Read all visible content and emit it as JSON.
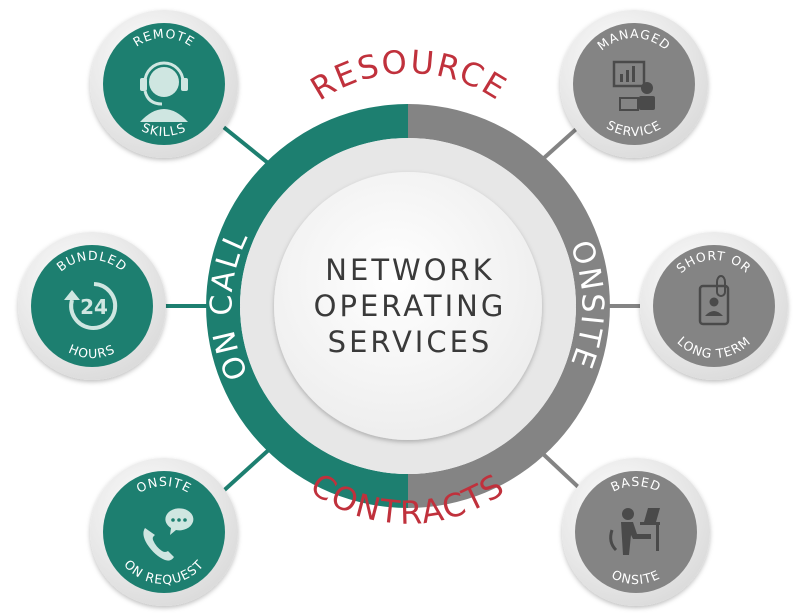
{
  "center": {
    "lines": [
      "NETWORK",
      "OPERATING",
      "SERVICES"
    ]
  },
  "arc_labels": {
    "top": "RESOURCE",
    "bottom": "CONTRACTS",
    "left": "ON CALL",
    "right": "ONSITE"
  },
  "nodes": [
    {
      "id": "remote-skills",
      "top": "REMOTE",
      "bottom": "SKILLS",
      "icon": "headset-icon"
    },
    {
      "id": "bundled-hours",
      "top": "BUNDLED",
      "bottom": "HOURS",
      "icon": "24-hours-icon",
      "icon_text": "24"
    },
    {
      "id": "onsite-on-request",
      "top": "ONSITE",
      "bottom": "ON REQUEST",
      "icon": "phone-chat-icon"
    },
    {
      "id": "managed-service",
      "top": "MANAGED",
      "bottom": "SERVICE",
      "icon": "presenter-icon"
    },
    {
      "id": "short-or-long-term",
      "top": "SHORT OR",
      "bottom": "LONG TERM",
      "icon": "id-badge-icon"
    },
    {
      "id": "based-onsite",
      "top": "BASED",
      "bottom": "ONSITE",
      "icon": "desk-worker-icon"
    }
  ],
  "colors": {
    "teal": "#1d7f70",
    "gray": "#848484",
    "red": "#c0313c",
    "ring_light": "#e7e7e7",
    "text_dark": "#3a3a3a",
    "white": "#ffffff"
  }
}
